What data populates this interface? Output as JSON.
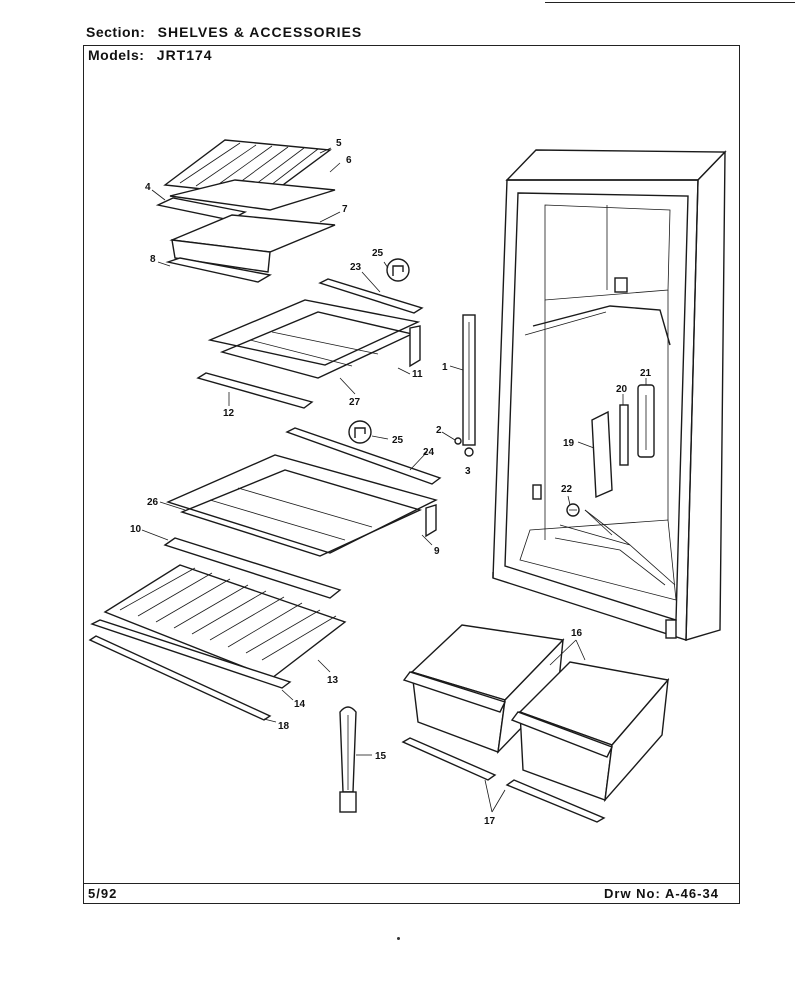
{
  "header": {
    "section_label": "Section:",
    "section_value": "SHELVES & ACCESSORIES",
    "models_label": "Models:",
    "models_value": "JRT174"
  },
  "footer": {
    "date": "5/92",
    "drawing_number": "Drw No: A-46-34"
  },
  "callouts": {
    "c1": "1",
    "c2": "2",
    "c3": "3",
    "c4": "4",
    "c5": "5",
    "c6": "6",
    "c7": "7",
    "c8": "8",
    "c9": "9",
    "c10": "10",
    "c11": "11",
    "c12": "12",
    "c13": "13",
    "c14": "14",
    "c15": "15",
    "c16": "16",
    "c17": "17",
    "c18": "18",
    "c19": "19",
    "c20": "20",
    "c21": "21",
    "c22": "22",
    "c23": "23",
    "c24": "24",
    "c25a": "25",
    "c25b": "25",
    "c26": "26",
    "c27": "27"
  }
}
